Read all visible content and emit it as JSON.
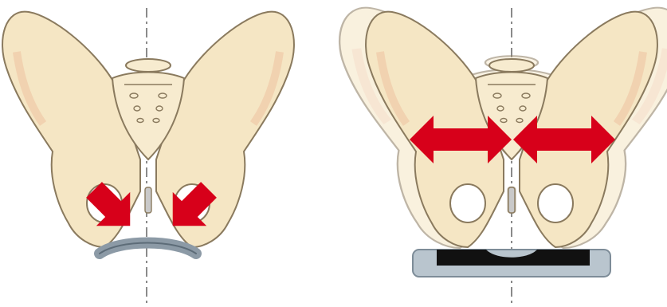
{
  "figure": {
    "panels": [
      {
        "id": "left",
        "arrows": "inward-compression",
        "support": "curved-band"
      },
      {
        "id": "right",
        "arrows": "outward-expansion",
        "support": "flat-cushion"
      }
    ]
  },
  "colors": {
    "bone_fill": "#f5e6c4",
    "bone_outline": "#8a7a5e",
    "bone_shadow": "#efc9a8",
    "outer_bone_fill": "#fbf1da",
    "arrow": "#d7001a",
    "centerline": "#8a8a8a",
    "band_gray": "#8c9aa6",
    "cushion_outer": "#b9c5ce",
    "cushion_core": "#111111"
  },
  "icons": [
    "pelvis-illustration",
    "compression-arrow",
    "expansion-arrow",
    "support-band",
    "seat-cushion"
  ]
}
